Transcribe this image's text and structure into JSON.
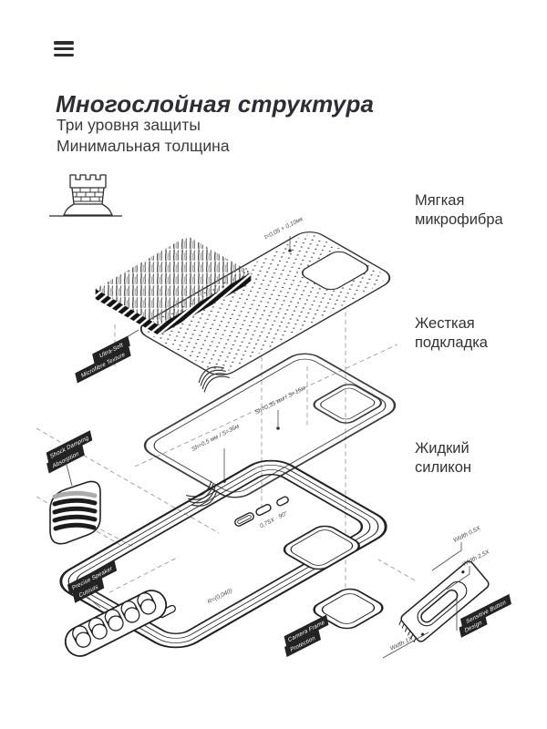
{
  "header": {
    "title": "Многослойная структура",
    "subtitle1": "Три уровня защиты",
    "subtitle2": "Минимальная толщина"
  },
  "menu": {
    "icon": "hamburger-menu"
  },
  "hero": {
    "icon": "castle-tower"
  },
  "layers": {
    "microfiber": {
      "line1": "Мягкая",
      "line2": "микрофибра"
    },
    "lining": {
      "line1": "Жесткая",
      "line2": "подкладка"
    },
    "silicone": {
      "line1": "Жидкий",
      "line2": "силикон"
    }
  },
  "diagram": {
    "tags": {
      "microfiber_tag1": "Ultra-Soft",
      "microfiber_tag2": "Microfibre Texture",
      "corner_tag1": "Shock Damping",
      "corner_tag2": "Absorption",
      "speaker_tag1": "Precise Speaker",
      "speaker_tag2": "Cutouts",
      "camera_tag1": "Camera Frame",
      "camera_tag2": "Protection",
      "button_tag1": "Sensitive Button",
      "button_tag2": "Design"
    },
    "dims": {
      "microfiber_thickness": "t=0,05 + 0,10мк",
      "lining_thickness_inner": "Sh=0,35 мм / S=15м",
      "lining_thickness_outer": "Sh=0,5 мм / S=36м",
      "case_edge": "0,75X · 90°",
      "case_radius": "R=(0,040)",
      "button_depth_1": "Width 0,5X",
      "button_depth_2": "Width 2,5X",
      "camera_width": "Width 1X"
    },
    "colors": {
      "ink": "#2e2d33",
      "line": "#3a3a3a",
      "tag_bg": "#232323"
    }
  }
}
